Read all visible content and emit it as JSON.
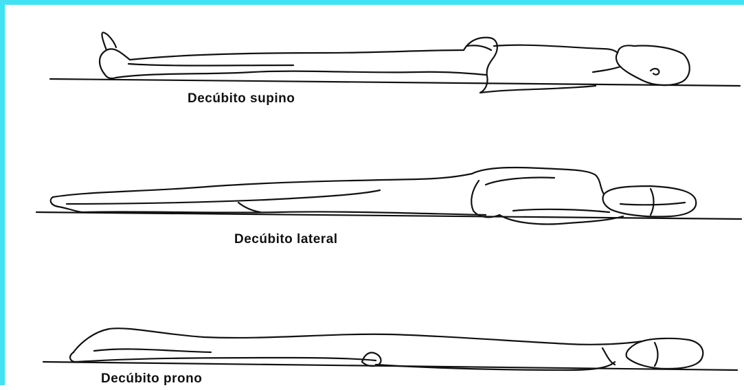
{
  "frame": {
    "border_color": "#3fe3f3"
  },
  "figures": [
    {
      "key": "supine",
      "caption": "Decúbito supino"
    },
    {
      "key": "lateral",
      "caption": "Decúbito lateral"
    },
    {
      "key": "prone",
      "caption": "Decúbito prono"
    }
  ]
}
